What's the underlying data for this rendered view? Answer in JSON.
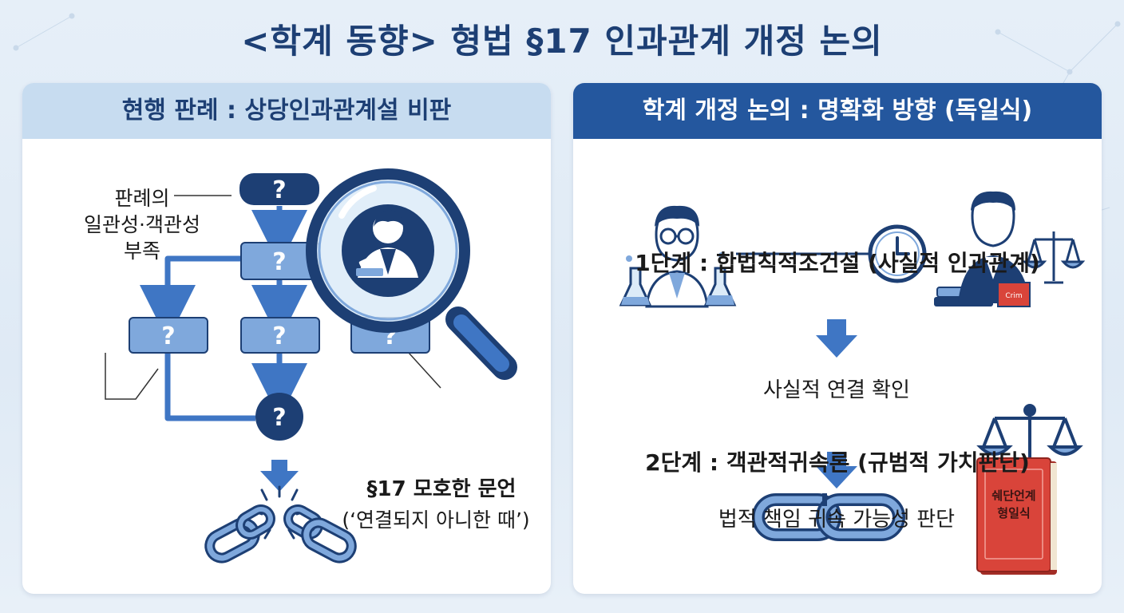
{
  "title": "<학계 동향> 형법 §17 인과관계 개정 논의",
  "left_panel": {
    "header": "현행 판례 : 상당인과관계설 비판",
    "note_line1": "판례의",
    "note_line2": "일관성·객관성",
    "note_line3": "부족",
    "flow_mark": "?",
    "statute_label": "§17 모호한 문언",
    "statute_quote": "(‘연결되지 아니한 때’)"
  },
  "right_panel": {
    "header": "학계 개정 논의 : 명확화 방향 (독일식)",
    "step1": "1단계 : 합법칙적조건설 (사실적 인과관계)",
    "step1_caption": "사실적 연결 확인",
    "step2": "2단계 : 객관적귀속론 (규범적 가치판단)",
    "step2_caption": "법적 책임 귀속 가능성 판단",
    "book_small_label": "Crim",
    "book_title_line1": "쉐단언계",
    "book_title_line2": "형일식"
  },
  "colors": {
    "title": "#1d3f74",
    "left_header_bg": "#c7dcf0",
    "right_header_bg": "#24579e",
    "flow_box": "#7fa8dc",
    "flow_dark": "#1d3f74",
    "arrow": "#3f76c4",
    "book_red": "#d9443a"
  },
  "icons": [
    "question-box",
    "magnifier-icon",
    "judge-icon",
    "broken-chain-icon",
    "scientist-icon",
    "clock-icon",
    "lawyer-icon",
    "scales-icon",
    "chain-icon",
    "law-book-icon"
  ]
}
